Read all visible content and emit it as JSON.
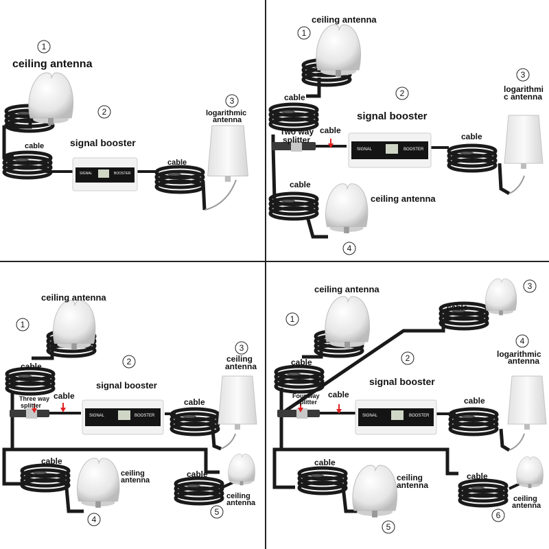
{
  "colors": {
    "cable": "#1a1a1a",
    "antenna": "#ededed",
    "booster_body": "#f2f2f2",
    "booster_panel": "#141414",
    "arrow": "#e02020",
    "divider": "#222222"
  },
  "icons": [
    "ceiling-antenna-icon",
    "log-periodic-antenna-icon",
    "cable-coil-icon",
    "signal-booster-icon",
    "splitter-icon",
    "red-arrow-icon"
  ],
  "booster": {
    "signal": "SIGNAL",
    "booster": "BOOSTER"
  },
  "panels": [
    {
      "n1": "1",
      "ceiling_antenna": "ceiling antenna",
      "n2": "2",
      "signal_booster": "signal booster",
      "cable_a": "cable",
      "cable_b": "cable",
      "n3": "3",
      "log_line1": "logarithmic",
      "log_line2": "antenna"
    },
    {
      "n1": "1",
      "ceiling_antenna_1": "ceiling antenna",
      "cable_a": "cable",
      "splitter_line1": "Two way",
      "splitter_line2": "splitter",
      "cable_b": "cable",
      "n2": "2",
      "signal_booster": "signal booster",
      "cable_c": "cable",
      "n3": "3",
      "log_line1": "logarithmi",
      "log_line2": "c antenna",
      "cable_d": "cable",
      "ceiling_antenna_4": "ceiling antenna",
      "n4": "4"
    },
    {
      "ceiling_antenna_1": "ceiling antenna",
      "n1": "1",
      "cable_a": "cable",
      "splitter_line1": "Three way",
      "splitter_line2": "splitter",
      "cable_b": "cable",
      "n2": "2",
      "signal_booster": "signal booster",
      "cable_c": "cable",
      "n3": "3",
      "ceil3_line1": "ceiling",
      "ceil3_line2": "antenna",
      "cable_d": "cable",
      "ceil4_line1": "ceiling",
      "ceil4_line2": "antenna",
      "n4": "4",
      "cable_e": "cable",
      "ceil5_line1": "ceiling",
      "ceil5_line2": "antenna",
      "n5": "5"
    },
    {
      "ceiling_antenna_1": "ceiling antenna",
      "n1": "1",
      "cable_a": "cable",
      "splitter_line1": "Four way",
      "splitter_line2": "splitter",
      "cable_b": "cable",
      "n2": "2",
      "signal_booster": "signal booster",
      "cable_c": "cable",
      "cable_top": "cable",
      "n3": "3",
      "n4": "4",
      "log_line1": "logarithmic",
      "log_line2": "antenna",
      "cable_d": "cable",
      "ceil5_line1": "ceiling",
      "ceil5_line2": "antenna",
      "n5": "5",
      "cable_e": "cable",
      "ceil6_line1": "ceiling",
      "ceil6_line2": "antenna",
      "n6": "6"
    }
  ]
}
